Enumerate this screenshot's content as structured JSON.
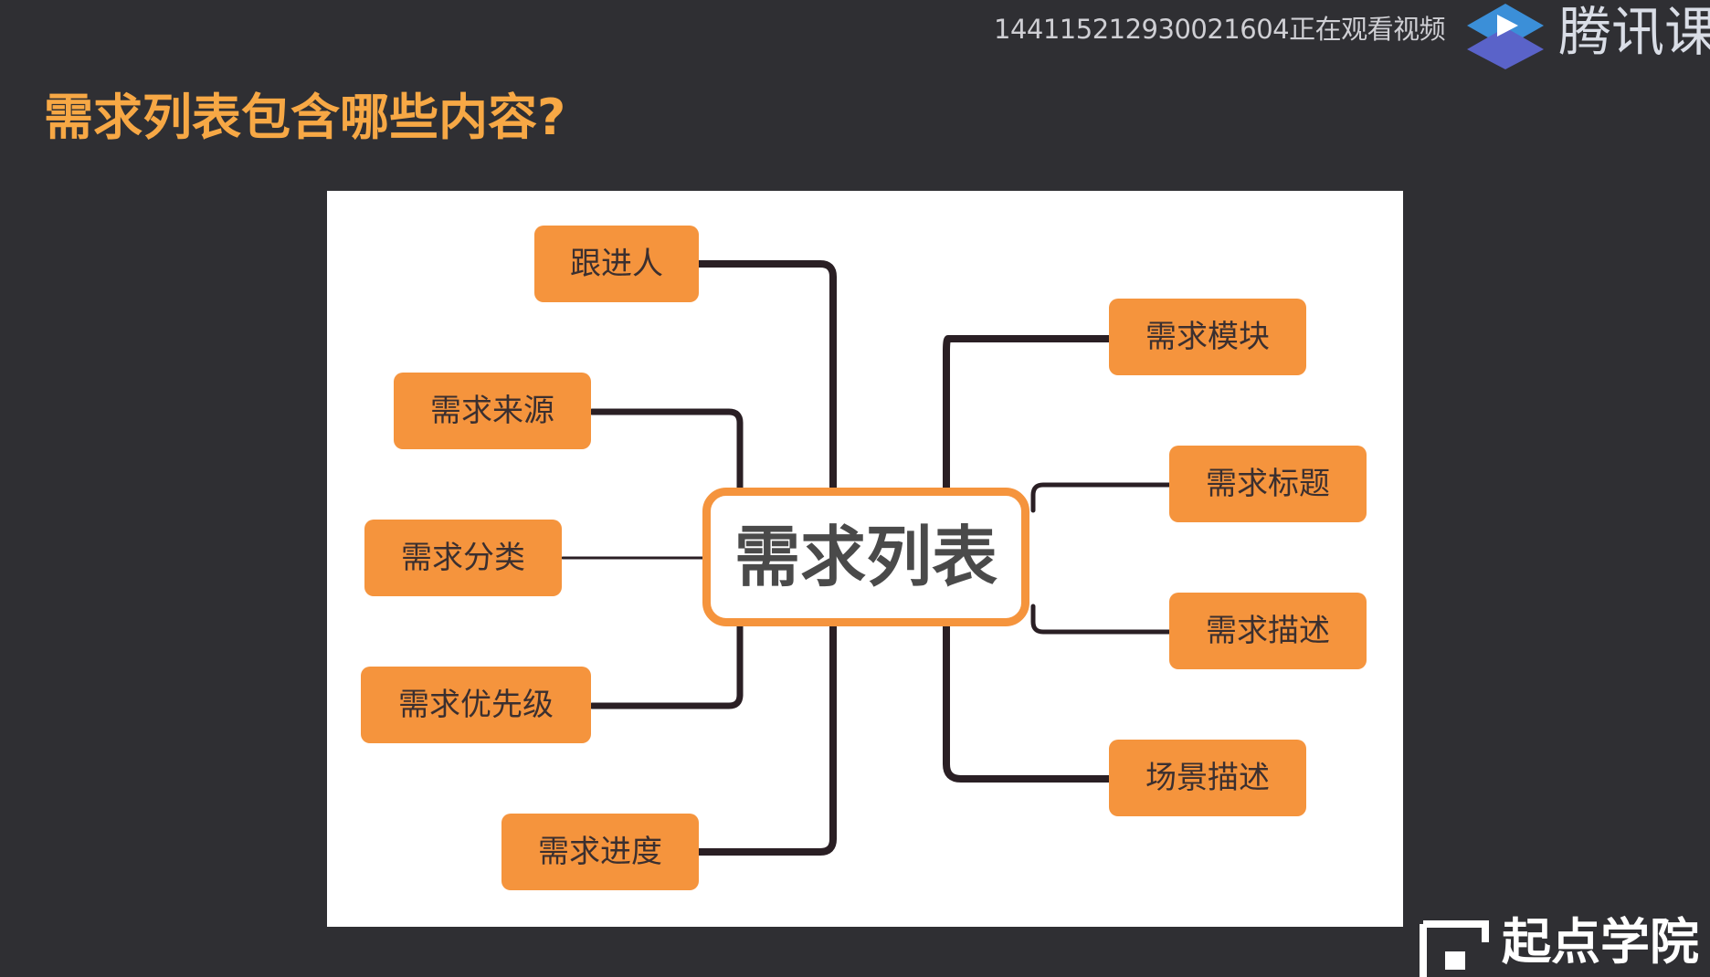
{
  "overlay": {
    "watermark_text": "144115212930021604正在观看视频",
    "brand_text": "腾讯课"
  },
  "slide": {
    "title": "需求列表包含哪些内容?"
  },
  "mindmap": {
    "center": "需求列表",
    "left_nodes": [
      "跟进人",
      "需求来源",
      "需求分类",
      "需求优先级",
      "需求进度"
    ],
    "right_nodes": [
      "需求模块",
      "需求标题",
      "需求描述",
      "场景描述"
    ]
  },
  "footer": {
    "logo_text": "起点学院"
  },
  "colors": {
    "background": "#2f2f33",
    "title": "#f7a845",
    "node_fill": "#f5943d",
    "connector": "#2a1f24"
  }
}
